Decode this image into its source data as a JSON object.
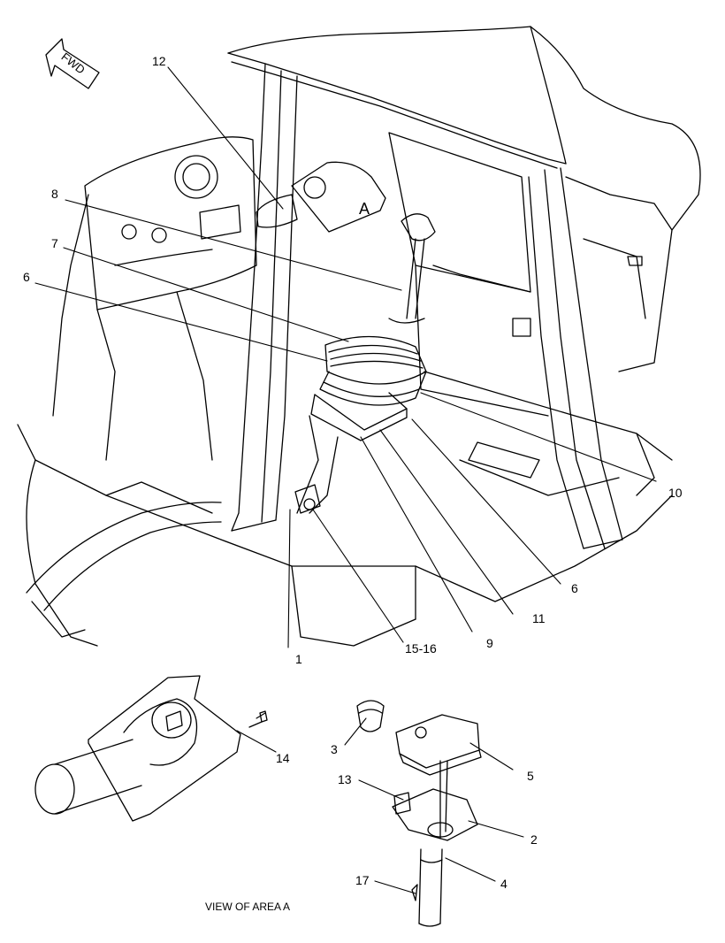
{
  "direction_label": "FWD",
  "area_marker": "A",
  "callouts": {
    "c12": "12",
    "c8": "8",
    "c7": "7",
    "c6a": "6",
    "c10": "10",
    "c6b": "6",
    "c11": "11",
    "c9": "9",
    "c1516": "15-16",
    "c1": "1",
    "c14": "14",
    "c3": "3",
    "c5": "5",
    "c13": "13",
    "c2": "2",
    "c17": "17",
    "c4": "4"
  },
  "caption": "VIEW OF AREA A",
  "colors": {
    "line": "#000000",
    "background": "#ffffff"
  }
}
